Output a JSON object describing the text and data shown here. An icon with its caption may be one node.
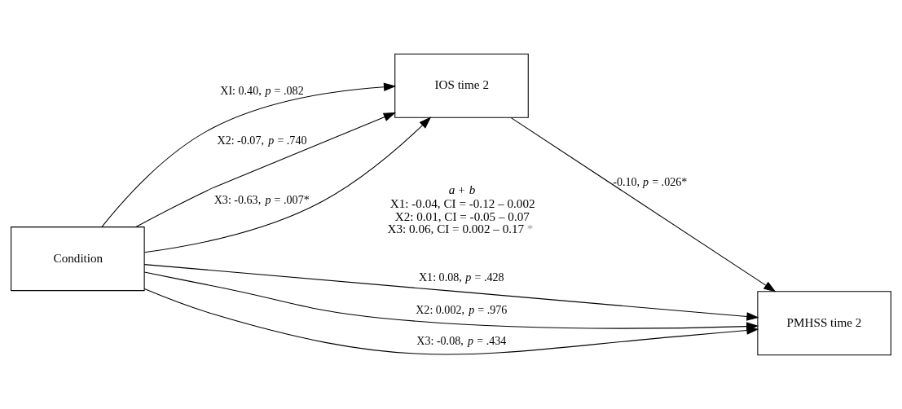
{
  "diagram": {
    "nodes": [
      {
        "text": [
          "Condition"
        ]
      },
      {
        "text": [
          "IOS time 2"
        ]
      },
      {
        "text": [
          "PMHSS time 2"
        ]
      }
    ],
    "edges": [
      {
        "from": 0,
        "to": 1,
        "arrow": "to",
        "label": "XI: 0.40, *p* = .082"
      },
      {
        "from": 0,
        "to": 1,
        "arrow": "to",
        "label": "X2: -0.07, *p* = .740"
      },
      {
        "from": 0,
        "to": 1,
        "arrow": "to",
        "label": "X3: -0.63, *p* = .007*"
      },
      {
        "from": 1,
        "to": 2,
        "arrow": "to",
        "label": "-0.10, *p* = .026*"
      },
      {
        "from": 0,
        "to": 2,
        "arrow": "to",
        "label": "X1: 0.08, *p* = .428"
      },
      {
        "from": 0,
        "to": 2,
        "arrow": "to",
        "label": "X2: 0.002, *p* = .976"
      },
      {
        "from": 0,
        "to": 2,
        "arrow": "to",
        "label": "X3: -0.08, *p* = .434"
      }
    ],
    "labels": [
      "*a* + *b*",
      "X1: -0.04, CI = -0.12 – 0.002",
      "X2: 0.01, CI = -0.05 – 0.07",
      "X3: 0.06, CI = 0.002 – 0.17",
      "*"
    ]
  }
}
